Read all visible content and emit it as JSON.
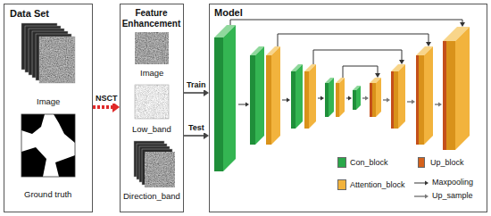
{
  "diagram": {
    "nodes": [
      {
        "text": [
          "Data Set"
        ]
      },
      {
        "text": [
          "Feature Enhancement"
        ]
      },
      {
        "text": [
          "Model"
        ]
      }
    ],
    "edges": [
      {
        "from": 0,
        "to": 1,
        "label": "NSCT",
        "arrow": "to"
      },
      {
        "from": 1,
        "to": 2,
        "label": "Train",
        "arrow": "to"
      },
      {
        "from": 1,
        "to": 2,
        "label": "Test",
        "arrow": "to"
      }
    ],
    "labels": [
      "Image",
      "Ground truth",
      "Image",
      "Low_band",
      "Direction_band"
    ],
    "legend": [
      {
        "text": "Con_block",
        "color": "#2aa84a"
      },
      {
        "text": "Attention_block",
        "color": "#f2b33d"
      },
      {
        "text": "Up_block",
        "color": "#d4611c"
      },
      {
        "text": "Maxpooling"
      },
      {
        "text": "Up_sample"
      }
    ]
  }
}
